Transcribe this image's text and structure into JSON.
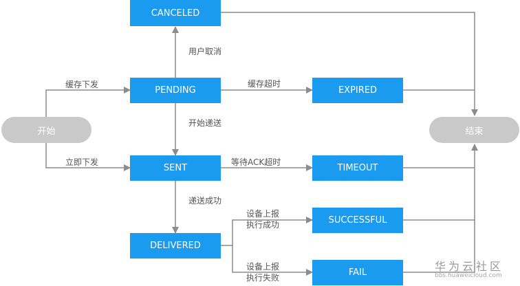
{
  "nodes": {
    "start": "开始",
    "end": "结束",
    "canceled": "CANCELED",
    "pending": "PENDING",
    "expired": "EXPIRED",
    "sent": "SENT",
    "timeout": "TIMEOUT",
    "delivered": "DELIVERED",
    "successful": "SUCCESSFUL",
    "fail": "FAIL"
  },
  "edges": {
    "user_cancel": "用户取消",
    "cache_issue": "缓存下发",
    "cache_timeout": "缓存超时",
    "start_delivery": "开始递送",
    "immediate_issue": "立即下发",
    "wait_ack_timeout": "等待ACK超时",
    "delivery_success": "递送成功",
    "report_success_1": "设备上报",
    "report_success_2": "执行成功",
    "report_fail_1": "设备上报",
    "report_fail_2": "执行失败"
  },
  "watermark": {
    "brand": "华为云社区",
    "url": "bbs.huaweicloud.com"
  },
  "colors": {
    "state": "#1a9bf0",
    "terminal": "#c9c9c9",
    "line": "#8c8c8c"
  }
}
